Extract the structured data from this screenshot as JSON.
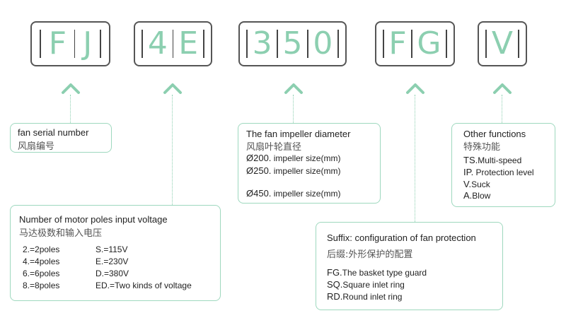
{
  "code_groups": [
    {
      "letters": [
        "F",
        "J"
      ]
    },
    {
      "letters": [
        "4",
        "E"
      ]
    },
    {
      "letters": [
        "3",
        "5",
        "0"
      ]
    },
    {
      "letters": [
        "F",
        "G"
      ]
    },
    {
      "letters": [
        "V"
      ]
    }
  ],
  "series": {
    "title_en": "fan serial number",
    "title_zh": "风扇编号"
  },
  "poles": {
    "title_en": "Number of motor poles  input voltage",
    "title_zh": "马达极数和输入电压",
    "pole_items": [
      "2.=2poles",
      "4.=4poles",
      "6.=6poles",
      "8.=8poles"
    ],
    "voltage_items": [
      "S.=115V",
      "E.=230V",
      "D.=380V",
      "ED.=Two kinds of voltage"
    ]
  },
  "diameter": {
    "title_en": "The fan impeller diameter",
    "title_zh": "风扇叶轮直径",
    "items": [
      {
        "size": "Ø200.",
        "text": "impeller size(mm)"
      },
      {
        "size": "Ø250.",
        "text": "impeller size(mm)"
      },
      {
        "size": "Ø450.",
        "text": "impeller size(mm)"
      }
    ]
  },
  "suffix": {
    "title_en": "Suffix: configuration of fan protection",
    "title_zh": "后缀:外形保护的配置",
    "items": [
      {
        "code": "FG.",
        "text": "The basket type guard"
      },
      {
        "code": "SQ.",
        "text": "Square inlet ring"
      },
      {
        "code": "RD.",
        "text": "Round inlet ring"
      }
    ]
  },
  "other": {
    "title_en": "Other functions",
    "title_zh": "特殊功能",
    "items": [
      {
        "code": "TS.",
        "text": "Multi-speed"
      },
      {
        "code": "IP.",
        "text": " Protection level"
      },
      {
        "code": "V.",
        "text": "Suck"
      },
      {
        "code": "A.",
        "text": "Blow"
      }
    ]
  },
  "colors": {
    "accent": "#8ccfb0",
    "border": "#9ed8be",
    "box_outline": "#555555"
  }
}
